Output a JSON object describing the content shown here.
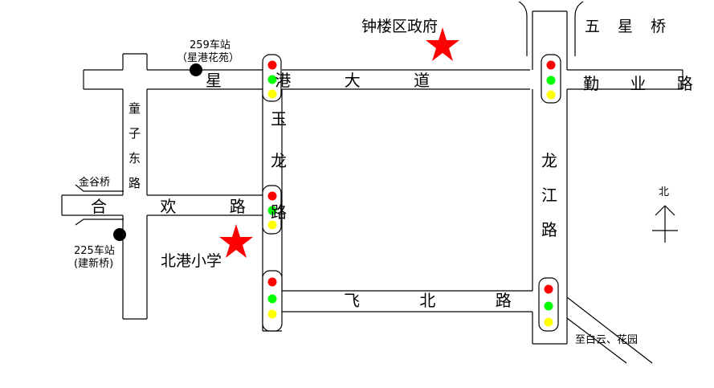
{
  "roads": {
    "xinggang": "星 港 大 道",
    "qinye": "勤 业 路",
    "hehuan": "合 欢 路",
    "feibei": "飞 北 路",
    "tongzi_east": [
      "童",
      "子",
      "东",
      "路"
    ],
    "yulong": [
      "玉",
      "龙",
      "路"
    ],
    "longjiang": [
      "龙",
      "江",
      "路"
    ]
  },
  "places": {
    "gov": "钟楼区政府",
    "wuxing_bridge": "五 星 桥",
    "school": "北港小学",
    "jingu_bridge": "金谷桥",
    "baiyun": "至白云、花园"
  },
  "stations": {
    "s259_line1": "259车站",
    "s259_line2": "（星港花苑）",
    "s225_line1": "225车站",
    "s225_line2": "(建新桥)"
  },
  "compass": {
    "label": "北"
  },
  "colors": {
    "star": "#ff0000",
    "light_red": "#ff0000",
    "light_green": "#00ff00",
    "light_yellow": "#ffff00",
    "road_outline": "#000000"
  }
}
